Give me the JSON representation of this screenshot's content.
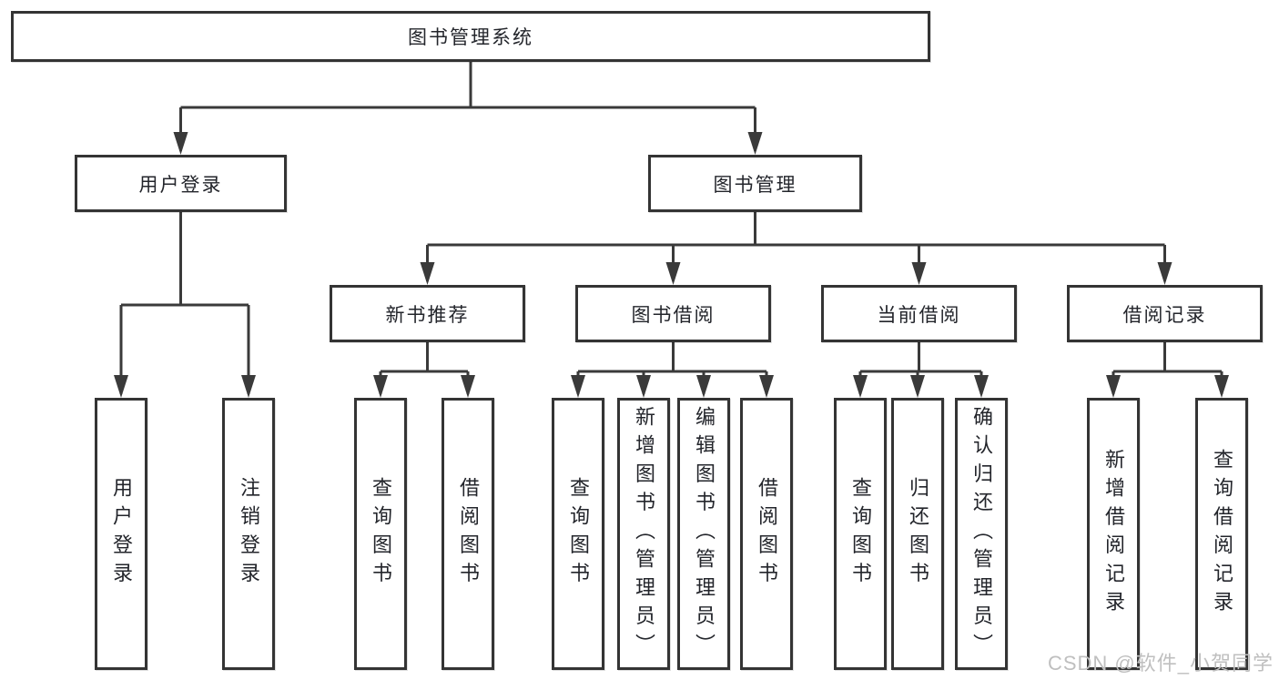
{
  "colors": {
    "line": "#3a3a3a",
    "box_border": "#343434",
    "text": "#23252b",
    "background": "#ffffff",
    "watermark": "#bfbfbf"
  },
  "watermark": {
    "text": "CSDN @软件_小贺同学"
  },
  "nodes": {
    "root": {
      "label": "图书管理系统"
    },
    "user_login": {
      "label": "用户登录"
    },
    "book_mgmt": {
      "label": "图书管理"
    },
    "new_books": {
      "label": "新书推荐"
    },
    "book_borrow": {
      "label": "图书借阅"
    },
    "current_borrow": {
      "label": "当前借阅"
    },
    "borrow_records": {
      "label": "借阅记录"
    },
    "leaf_user_login": {
      "label": "用户登录"
    },
    "leaf_logout": {
      "label": "注销登录"
    },
    "leaf_nb_query": {
      "label": "查询图书"
    },
    "leaf_nb_borrow": {
      "label": "借阅图书"
    },
    "leaf_bb_query": {
      "label": "查询图书"
    },
    "leaf_bb_add": {
      "label": "新增图书（管理员）"
    },
    "leaf_bb_edit": {
      "label": "编辑图书（管理员）"
    },
    "leaf_bb_borrow": {
      "label": "借阅图书"
    },
    "leaf_cb_query": {
      "label": "查询图书"
    },
    "leaf_cb_return": {
      "label": "归还图书"
    },
    "leaf_cb_confirm": {
      "label": "确认归还（管理员）"
    },
    "leaf_br_add": {
      "label": "新增借阅记录"
    },
    "leaf_br_query": {
      "label": "查询借阅记录"
    }
  }
}
